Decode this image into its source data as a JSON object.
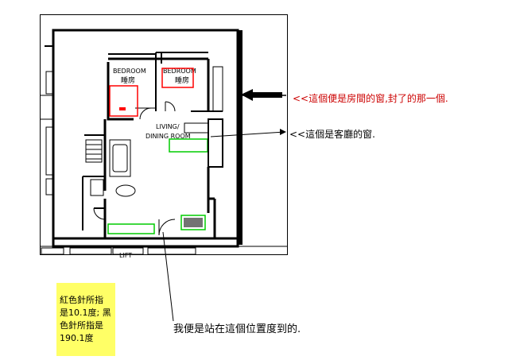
{
  "floor_plan": {
    "bedroom_left_label": "BEDROOM",
    "bedroom_left_cjk": "睡房",
    "bedroom_right_label": "BEDROOM",
    "bedroom_right_cjk": "睡房",
    "living_label": "LIVING/",
    "dining_label": "DINING ROOM",
    "lift_label": "LIFT",
    "marker_colors": {
      "red": "#ff0000",
      "green": "#00cc00"
    }
  },
  "annotations": {
    "bedroom_window_note": "<<這個便是房間的窗,封了的那一個.",
    "living_window_note": "<<這個是客廳的窗.",
    "standing_note": "我便是站在這個位置度到的."
  },
  "sticky_note": {
    "lines": [
      "紅色針所指",
      "是10.1度; 黑",
      "色針所指是",
      "190.1度"
    ],
    "color": "#ffff66"
  }
}
